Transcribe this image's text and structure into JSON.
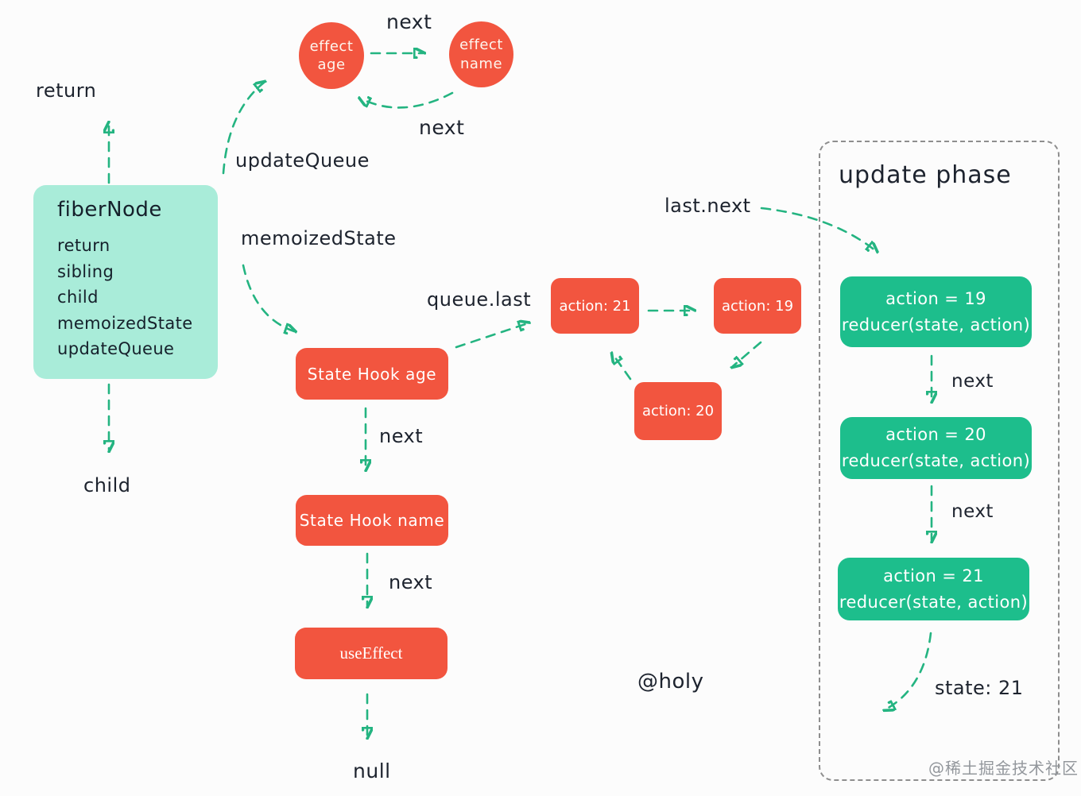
{
  "colors": {
    "background": "#fcfcfc",
    "mint_box": "#a9ecd9",
    "red_node": "#f2553f",
    "green_step": "#1dbe8c",
    "arrow_green": "#24b481",
    "ink": "#1d232e",
    "panel_border": "#8e8e8e",
    "watermark_gray": "#93979c"
  },
  "fiber_node": {
    "title": "fiberNode",
    "fields": [
      "return",
      "sibling",
      "child",
      "memoizedState",
      "updateQueue"
    ]
  },
  "effect_nodes": [
    {
      "line1": "effect",
      "line2": "age"
    },
    {
      "line1": "effect",
      "line2": "name"
    }
  ],
  "hook_nodes": {
    "age": "State Hook age",
    "name": "State Hook name",
    "use_effect": "useEffect",
    "terminal": "null"
  },
  "action_nodes": {
    "a21": "action: 21",
    "a19": "action: 19",
    "a20": "action: 20"
  },
  "update_phase": {
    "title": "update phase",
    "steps": [
      {
        "line1": "action = 19",
        "line2": "reducer(state, action)"
      },
      {
        "line1": "action = 20",
        "line2": "reducer(state, action)"
      },
      {
        "line1": "action = 21",
        "line2": "reducer(state, action)"
      }
    ],
    "result": "state: 21"
  },
  "labels": {
    "return": "return",
    "child": "child",
    "update_queue": "updateQueue",
    "memoized_state": "memoizedState",
    "queue_last": "queue.last",
    "last_next": "last.next",
    "next": "next"
  },
  "credits": {
    "author": "@holy",
    "watermark": "@稀土掘金技术社区"
  }
}
